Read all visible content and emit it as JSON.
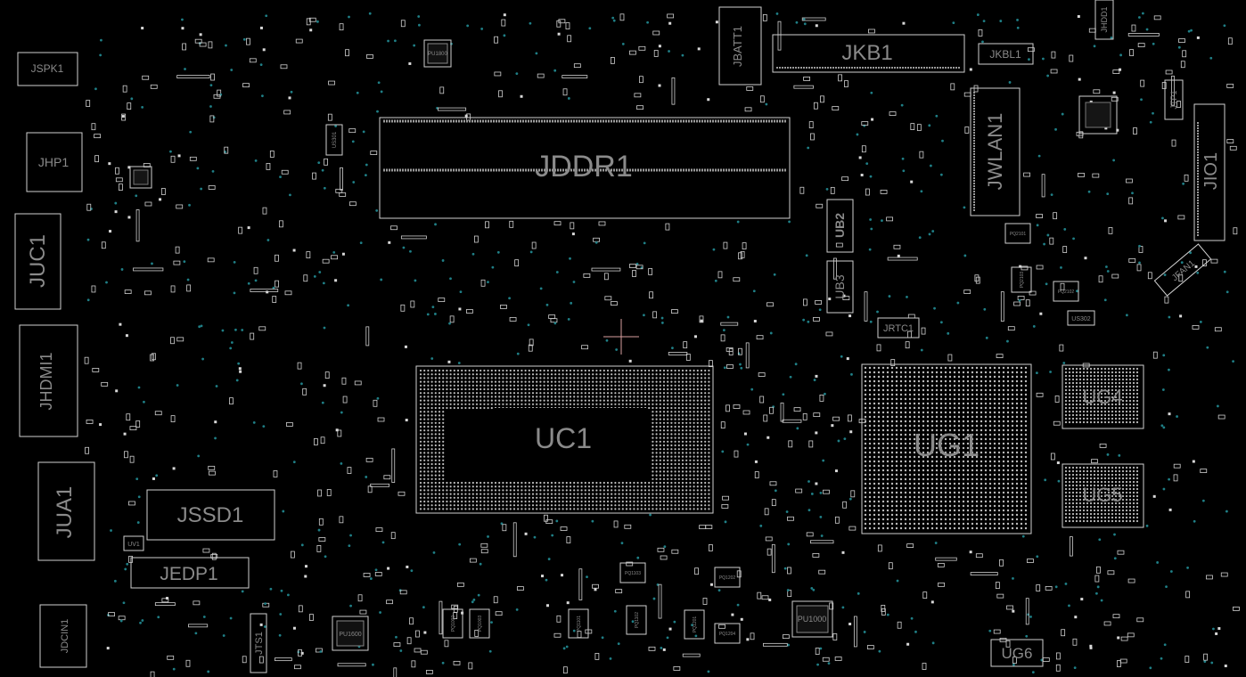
{
  "board": {
    "background": "#000000",
    "outline_color": "#cfcfcf",
    "label_color": "#8a8a8a",
    "via_color": "#1f7f86",
    "components": [
      {
        "ref": "JSPK1"
      },
      {
        "ref": "JHP1"
      },
      {
        "ref": "JUC1"
      },
      {
        "ref": "JHDMI1"
      },
      {
        "ref": "JUA1"
      },
      {
        "ref": "JSSD1"
      },
      {
        "ref": "JEDP1"
      },
      {
        "ref": "JDCIN1"
      },
      {
        "ref": "JTS1"
      },
      {
        "ref": "JDDR1"
      },
      {
        "ref": "JBATT1"
      },
      {
        "ref": "JKB1"
      },
      {
        "ref": "JKBL1"
      },
      {
        "ref": "JWLAN1"
      },
      {
        "ref": "JIO1"
      },
      {
        "ref": "JFAN1"
      },
      {
        "ref": "JTP1"
      },
      {
        "ref": "JHDD1"
      },
      {
        "ref": "UB2"
      },
      {
        "ref": "UB3"
      },
      {
        "ref": "JRTC1"
      },
      {
        "ref": "UC1"
      },
      {
        "ref": "UG1"
      },
      {
        "ref": "UG4"
      },
      {
        "ref": "UG5"
      },
      {
        "ref": "UG6"
      },
      {
        "ref": "PU1800"
      },
      {
        "ref": "PU1000"
      },
      {
        "ref": "PU1600"
      },
      {
        "ref": "US302"
      },
      {
        "ref": "UV1"
      },
      {
        "ref": "PQ1201"
      },
      {
        "ref": "PQ1204"
      },
      {
        "ref": "PQ1202"
      },
      {
        "ref": "PQ1101"
      },
      {
        "ref": "PQ1002"
      },
      {
        "ref": "PQ1003"
      },
      {
        "ref": "PQ1103"
      },
      {
        "ref": "PQ1102"
      },
      {
        "ref": "PQ2101"
      },
      {
        "ref": "PQ2102"
      },
      {
        "ref": "PQ2103"
      },
      {
        "ref": "US301"
      }
    ]
  }
}
